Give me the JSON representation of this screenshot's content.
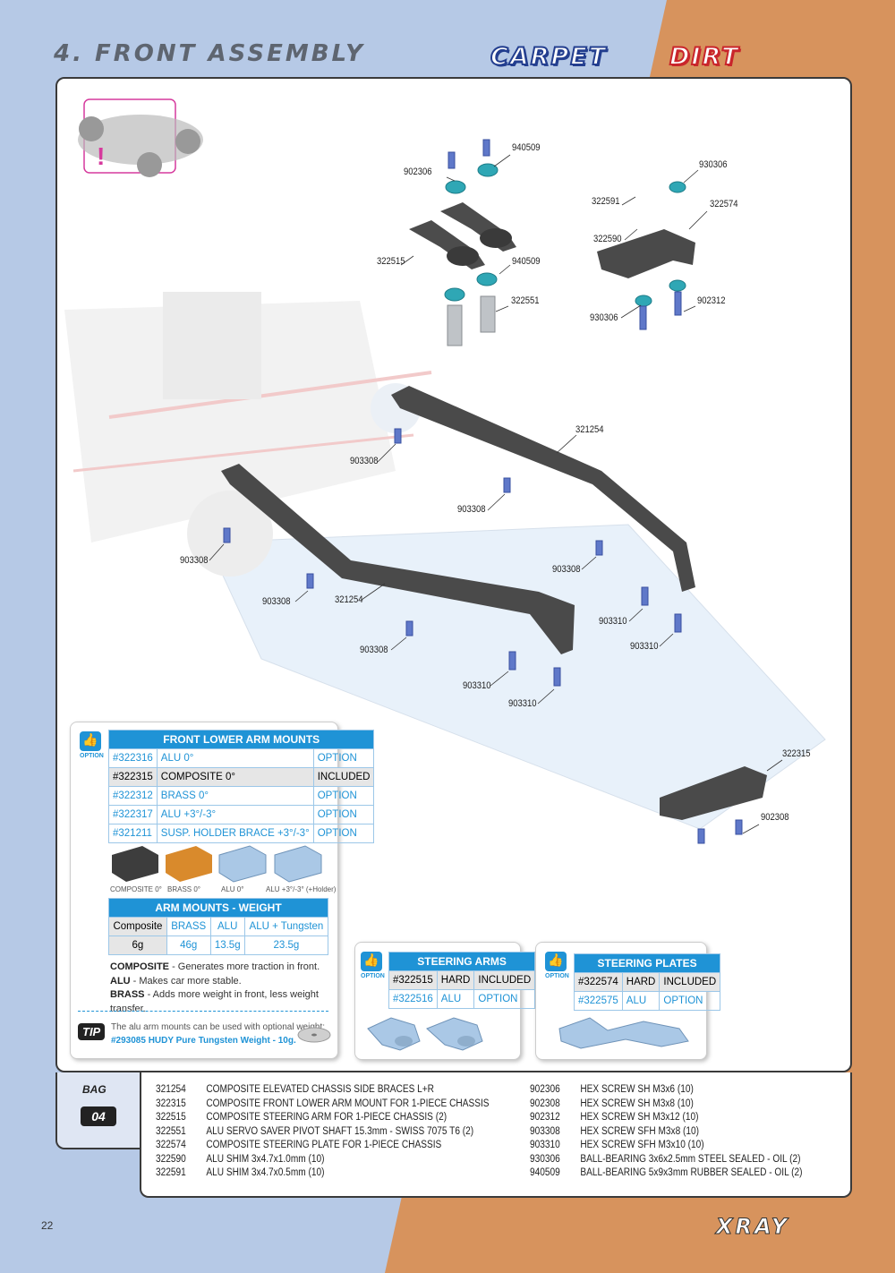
{
  "header": {
    "title": "4. FRONT ASSEMBLY",
    "badge_carpet": "CARPET",
    "badge_dirt": "DIRT"
  },
  "colors": {
    "accent_blue": "#1f93d6",
    "carpet": "#233e8f",
    "dirt": "#c9252b",
    "bg_blue": "#b6c9e6",
    "bg_orange": "#d7935d"
  },
  "diagram": {
    "labels": [
      "940509",
      "902306",
      "930306",
      "322591",
      "322574",
      "322590",
      "322515",
      "940509",
      "322551",
      "930306",
      "902312",
      "321254",
      "903308",
      "903308",
      "903308",
      "903308",
      "321254",
      "903308",
      "903308",
      "903310",
      "903310",
      "903310",
      "903310",
      "322315",
      "902308"
    ]
  },
  "front_lower_arm_mounts": {
    "title": "FRONT LOWER ARM MOUNTS",
    "option_label": "OPTION",
    "rows": [
      {
        "code": "#322316",
        "name": "ALU 0°",
        "status": "OPTION"
      },
      {
        "code": "#322315",
        "name": "COMPOSITE 0°",
        "status": "INCLUDED"
      },
      {
        "code": "#322312",
        "name": "BRASS 0°",
        "status": "OPTION"
      },
      {
        "code": "#322317",
        "name": "ALU +3°/-3°",
        "status": "OPTION"
      },
      {
        "code": "#321211",
        "name": "SUSP. HOLDER BRACE +3°/-3°",
        "status": "OPTION"
      }
    ],
    "captions": [
      "COMPOSITE 0°",
      "BRASS 0°",
      "ALU 0°",
      "ALU +3°/-3° (+Holder)"
    ]
  },
  "arm_mounts_weight": {
    "title": "ARM MOUNTS - WEIGHT",
    "headers": [
      "Composite",
      "BRASS",
      "ALU",
      "ALU + Tungsten"
    ],
    "values": [
      "6g",
      "46g",
      "13.5g",
      "23.5g"
    ]
  },
  "material_notes": [
    {
      "name": "COMPOSITE",
      "text": " - Generates more traction in front."
    },
    {
      "name": "ALU",
      "text": " - Makes car more stable."
    },
    {
      "name": "BRASS",
      "text": " - Adds more weight in front, less weight transfer."
    }
  ],
  "tip": {
    "label": "TIP",
    "line1": "The alu arm mounts can be used with optional weight:",
    "line2": "#293085 HUDY Pure Tungsten Weight - 10g."
  },
  "steering_arms": {
    "title": "STEERING ARMS",
    "option_label": "OPTION",
    "rows": [
      {
        "code": "#322515",
        "type": "HARD",
        "status": "INCLUDED"
      },
      {
        "code": "#322516",
        "type": "ALU",
        "status": "OPTION"
      }
    ]
  },
  "steering_plates": {
    "title": "STEERING PLATES",
    "option_label": "OPTION",
    "rows": [
      {
        "code": "#322574",
        "type": "HARD",
        "status": "INCLUDED"
      },
      {
        "code": "#322575",
        "type": "ALU",
        "status": "OPTION"
      }
    ]
  },
  "bag": {
    "label": "BAG",
    "number": "04"
  },
  "parts_left": [
    {
      "code": "321254",
      "desc": "COMPOSITE ELEVATED CHASSIS SIDE BRACES L+R"
    },
    {
      "code": "322315",
      "desc": "COMPOSITE FRONT LOWER ARM MOUNT FOR 1-PIECE CHASSIS"
    },
    {
      "code": "322515",
      "desc": "COMPOSITE STEERING ARM FOR 1-PIECE CHASSIS (2)"
    },
    {
      "code": "322551",
      "desc": "ALU SERVO SAVER PIVOT SHAFT 15.3mm - SWISS 7075 T6 (2)"
    },
    {
      "code": "322574",
      "desc": "COMPOSITE STEERING PLATE FOR 1-PIECE CHASSIS"
    },
    {
      "code": "322590",
      "desc": "ALU SHIM 3x4.7x1.0mm (10)"
    },
    {
      "code": "322591",
      "desc": "ALU SHIM 3x4.7x0.5mm (10)"
    }
  ],
  "parts_right": [
    {
      "code": "902306",
      "desc": "HEX SCREW  SH M3x6  (10)"
    },
    {
      "code": "902308",
      "desc": "HEX SCREW  SH M3x8  (10)"
    },
    {
      "code": "902312",
      "desc": "HEX SCREW  SH M3x12  (10)"
    },
    {
      "code": "903308",
      "desc": "HEX SCREW  SFH M3x8  (10)"
    },
    {
      "code": "903310",
      "desc": "HEX SCREW  SFH M3x10  (10)"
    },
    {
      "code": "930306",
      "desc": "BALL-BEARING 3x6x2.5mm STEEL SEALED - OIL (2)"
    },
    {
      "code": "940509",
      "desc": "BALL-BEARING 5x9x3mm RUBBER SEALED - OIL (2)"
    }
  ],
  "footer": {
    "page_number": "22",
    "brand": "XRAY"
  }
}
